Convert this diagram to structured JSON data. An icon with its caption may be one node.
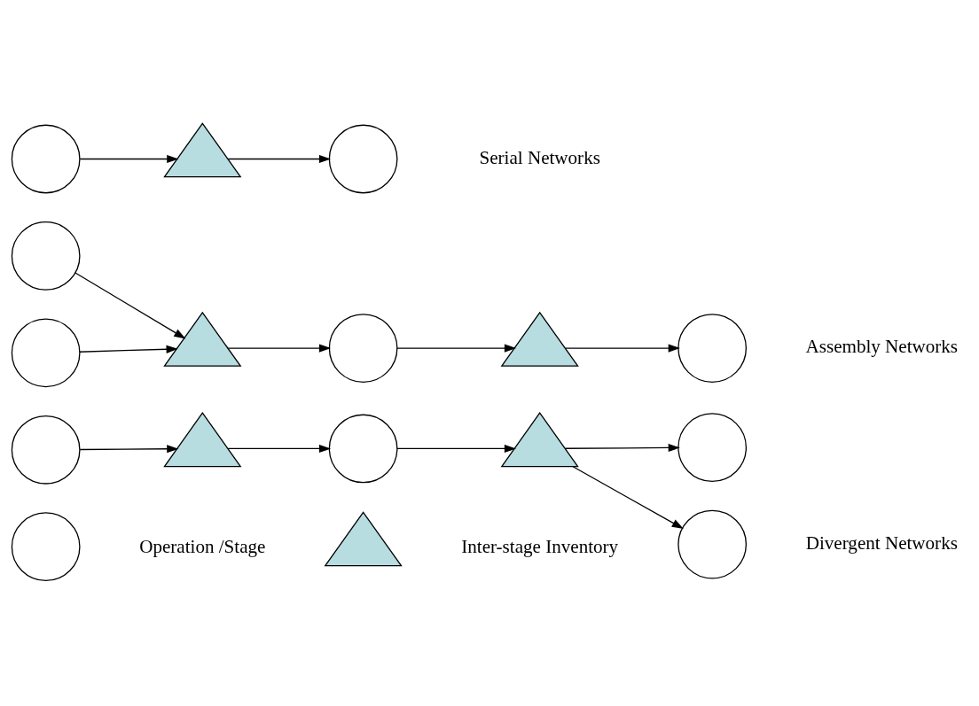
{
  "diagram": {
    "nodes": [
      {
        "text": [],
        "shape": "circle"
      },
      {
        "text": [],
        "shape": "triangle"
      },
      {
        "text": [],
        "shape": "circle"
      },
      {
        "text": [],
        "shape": "circle"
      },
      {
        "text": [],
        "shape": "circle"
      },
      {
        "text": [],
        "shape": "triangle"
      },
      {
        "text": [],
        "shape": "circle"
      },
      {
        "text": [],
        "shape": "triangle"
      },
      {
        "text": [],
        "shape": "circle"
      },
      {
        "text": [],
        "shape": "circle"
      },
      {
        "text": [],
        "shape": "triangle"
      },
      {
        "text": [],
        "shape": "circle"
      },
      {
        "text": [],
        "shape": "triangle"
      },
      {
        "text": [],
        "shape": "circle"
      },
      {
        "text": [],
        "shape": "circle"
      },
      {
        "text": [],
        "shape": "circle",
        "beside": [
          "Operation /Stage"
        ]
      },
      {
        "text": [],
        "shape": "triangle",
        "beside": [
          "Inter-stage Inventory"
        ]
      }
    ],
    "edges": [
      {
        "from": 0,
        "to": 1,
        "arrow": "to"
      },
      {
        "from": 1,
        "to": 2,
        "arrow": "to"
      },
      {
        "from": 3,
        "to": 5,
        "arrow": "to"
      },
      {
        "from": 4,
        "to": 5,
        "arrow": "to"
      },
      {
        "from": 5,
        "to": 6,
        "arrow": "to"
      },
      {
        "from": 6,
        "to": 7,
        "arrow": "to"
      },
      {
        "from": 7,
        "to": 8,
        "arrow": "to"
      },
      {
        "from": 9,
        "to": 10,
        "arrow": "to"
      },
      {
        "from": 10,
        "to": 11,
        "arrow": "to"
      },
      {
        "from": 11,
        "to": 12,
        "arrow": "to"
      },
      {
        "from": 12,
        "to": 13,
        "arrow": "to"
      },
      {
        "from": 12,
        "to": 14,
        "arrow": "to"
      }
    ],
    "labels": [
      "Serial Networks",
      "Assembly Networks",
      "Divergent Networks"
    ]
  }
}
